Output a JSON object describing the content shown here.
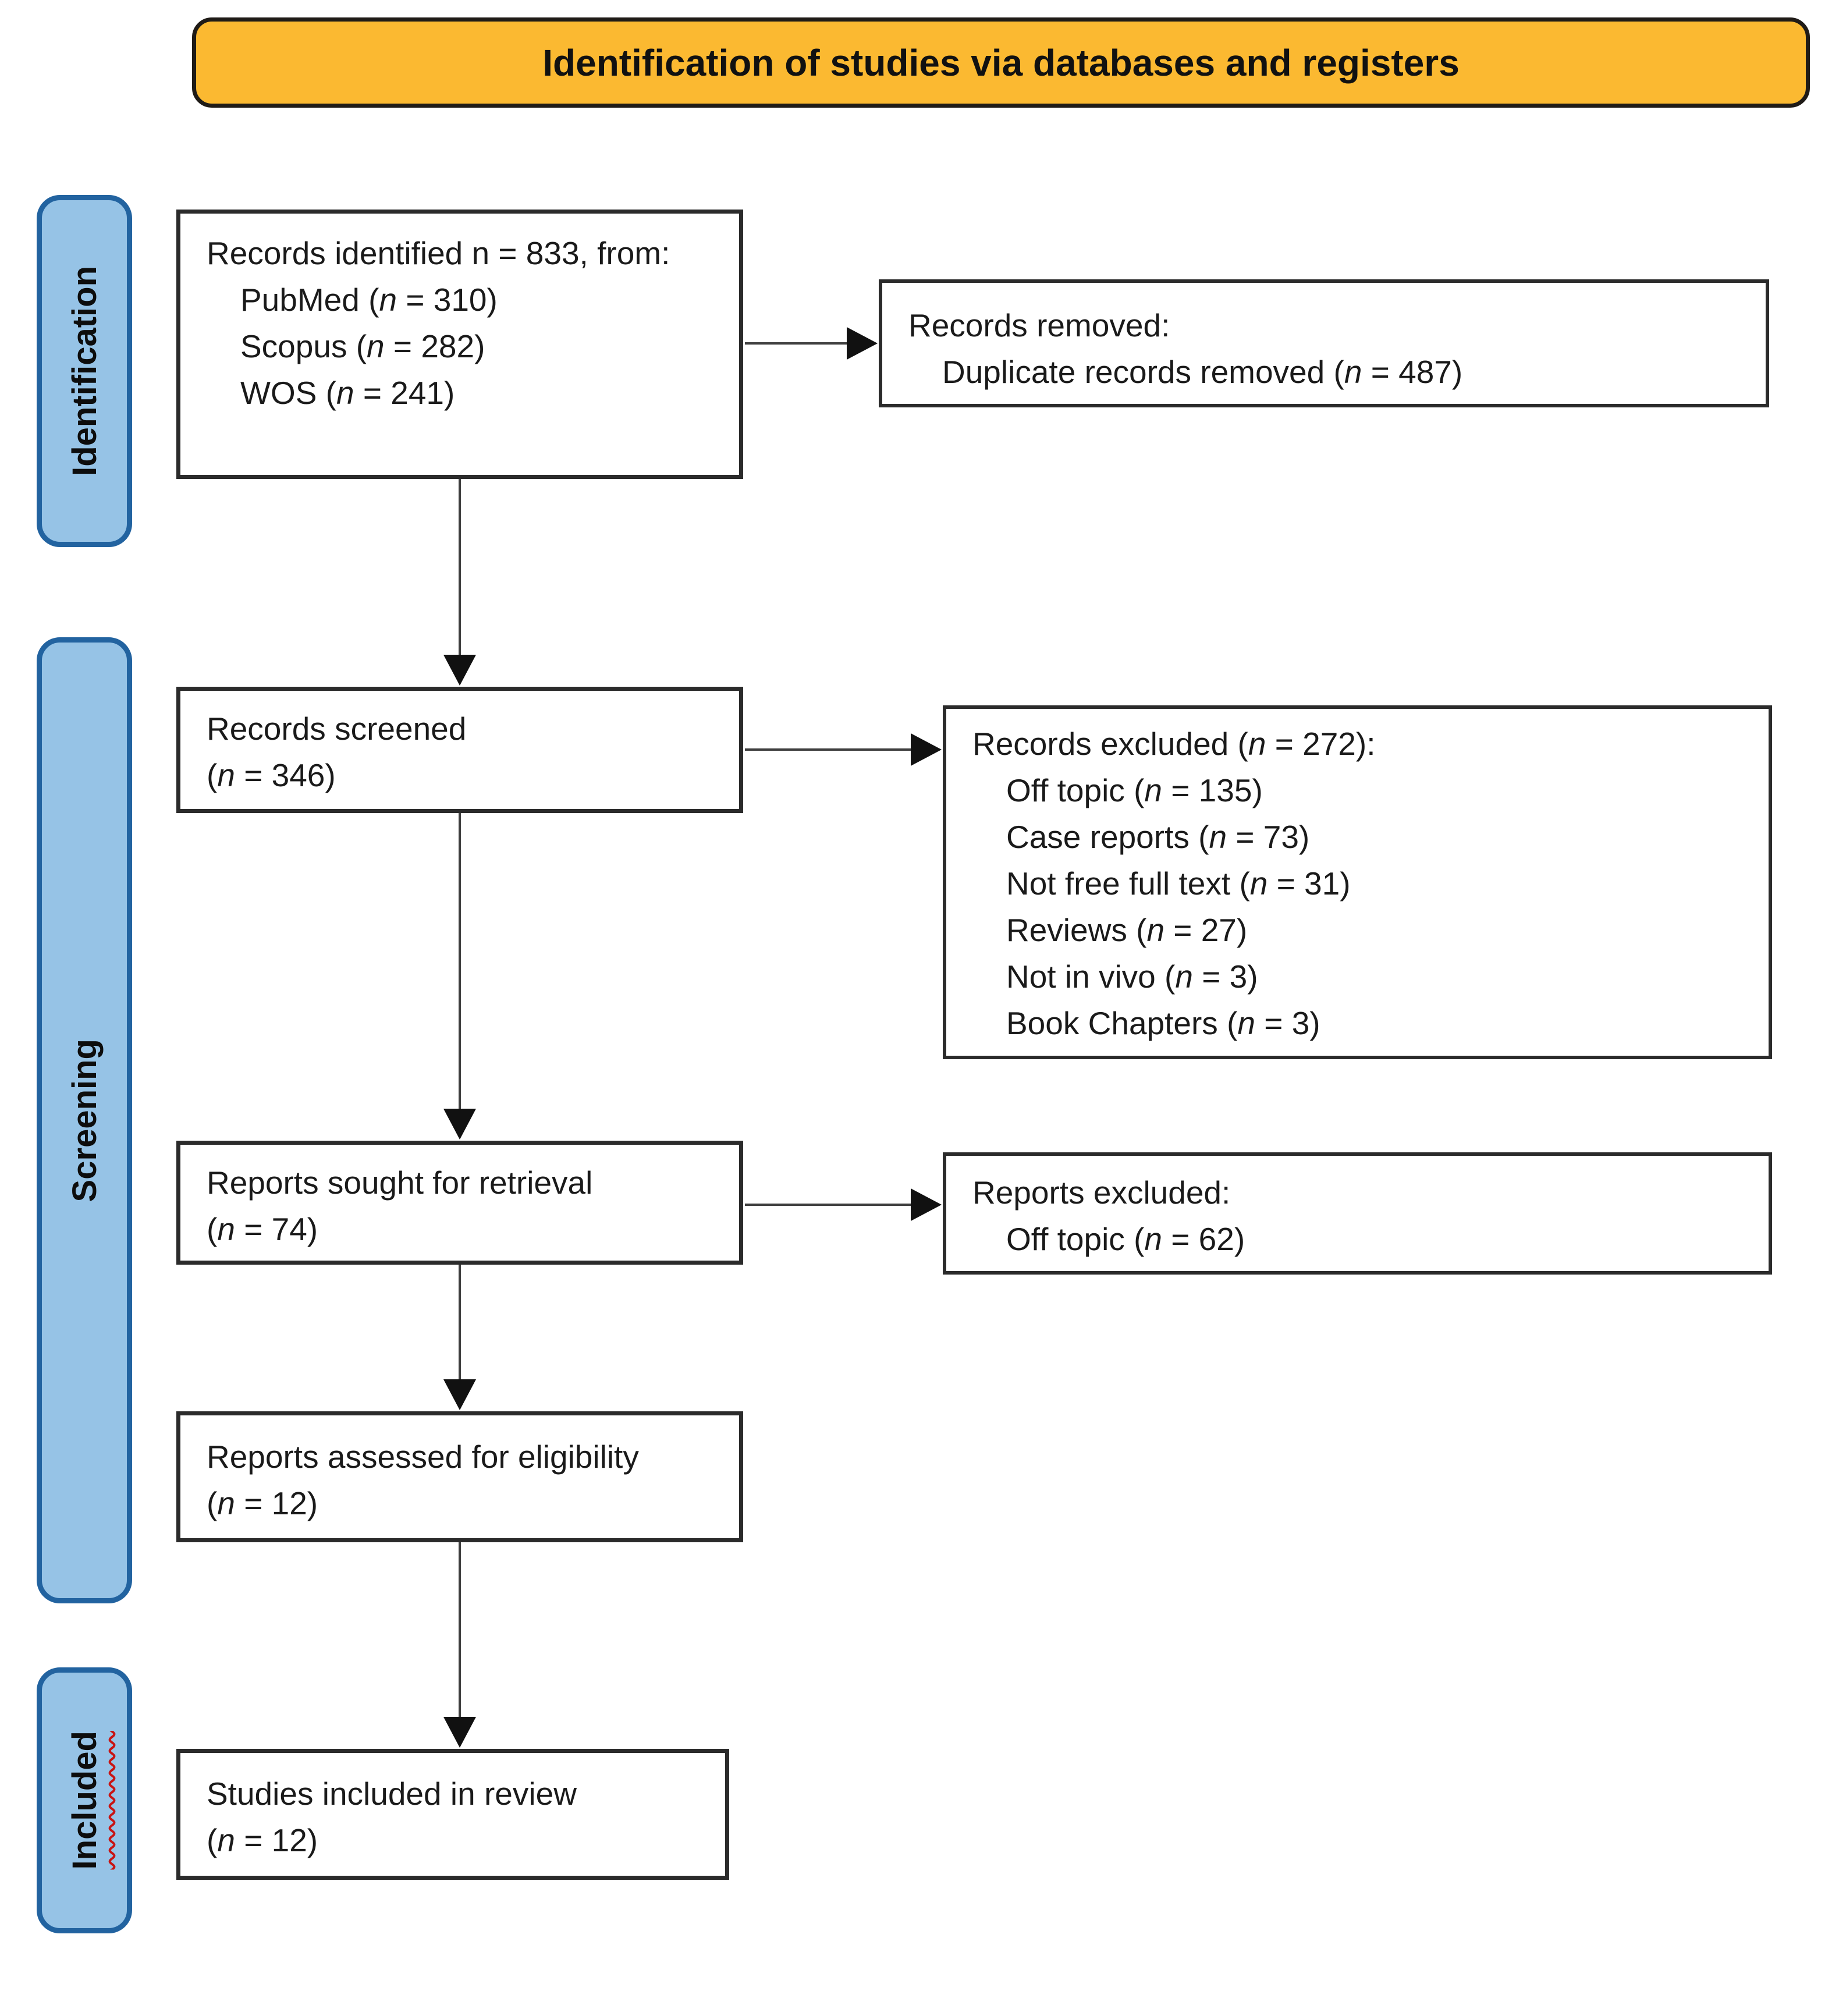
{
  "title": "Identification of studies via databases and registers",
  "stages": [
    {
      "id": "identification",
      "label": "Identification"
    },
    {
      "id": "screening",
      "label": "Screening"
    },
    {
      "id": "included",
      "label": "Included"
    }
  ],
  "boxes": {
    "records_identified": {
      "lines": [
        {
          "t": "Records identified n = 833, from:",
          "indent": false
        },
        {
          "t": "PubMed (n = 310)",
          "indent": true
        },
        {
          "t": "Scopus (n = 282)",
          "indent": true
        },
        {
          "t": "WOS (n = 241)",
          "indent": true
        }
      ]
    },
    "records_removed": {
      "lines": [
        {
          "t": "Records removed:",
          "indent": false
        },
        {
          "t": "Duplicate records removed (n = 487)",
          "indent": true
        }
      ]
    },
    "records_screened": {
      "lines": [
        {
          "t": "Records screened",
          "indent": false
        },
        {
          "t": "(n = 346)",
          "indent": false
        }
      ]
    },
    "records_excluded": {
      "lines": [
        {
          "t": "Records excluded (n = 272):",
          "indent": false
        },
        {
          "t": "Off topic (n = 135)",
          "indent": true
        },
        {
          "t": "Case reports (n = 73)",
          "indent": true
        },
        {
          "t": "Not free full text (n = 31)",
          "indent": true
        },
        {
          "t": "Reviews (n = 27)",
          "indent": true
        },
        {
          "t": "Not in vivo (n = 3)",
          "indent": true
        },
        {
          "t": "Book Chapters (n = 3)",
          "indent": true
        }
      ]
    },
    "reports_sought": {
      "lines": [
        {
          "t": "Reports sought for retrieval",
          "indent": false
        },
        {
          "t": "(n = 74)",
          "indent": false
        }
      ]
    },
    "reports_excluded": {
      "lines": [
        {
          "t": "Reports excluded:",
          "indent": false
        },
        {
          "t": "Off topic (n = 62)",
          "indent": true
        }
      ]
    },
    "reports_assessed": {
      "lines": [
        {
          "t": "Reports assessed for eligibility",
          "indent": false
        },
        {
          "t": "(n = 12)",
          "indent": false
        }
      ]
    },
    "studies_included": {
      "lines": [
        {
          "t": "Studies included in review",
          "indent": false
        },
        {
          "t": "(n = 12)",
          "indent": false
        }
      ]
    }
  },
  "colors": {
    "banner_bg": "#fbb931",
    "banner_border": "#1f1b17",
    "tab_bg": "#96c3e6",
    "tab_border": "#2263a0",
    "box_border": "#2b2b2b",
    "arrow": "#3f3f3f",
    "included_underline": "#c81414"
  }
}
